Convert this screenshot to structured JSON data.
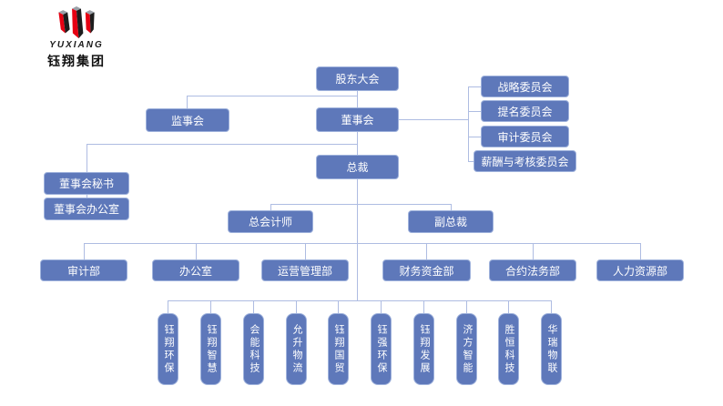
{
  "brand": {
    "logo_text": "YUXIANG",
    "company_name": "钰翔集团"
  },
  "nodes": {
    "shareholders_meeting": "股东大会",
    "supervisory_board": "监事会",
    "board_of_directors": "董事会",
    "board_secretary": "董事会秘书",
    "board_office": "董事会办公室",
    "president": "总裁",
    "chief_accountant": "总会计师",
    "vice_president": "副总裁"
  },
  "committees": [
    "战略委员会",
    "提名委员会",
    "审计委员会",
    "薪酬与考核委员会"
  ],
  "departments": [
    "审计部",
    "办公室",
    "运营管理部",
    "财务资金部",
    "合约法务部",
    "人力资源部"
  ],
  "subsidiaries": [
    "钰翔环保",
    "钰翔智慧",
    "会能科技",
    "允升物流",
    "钰翔国贸",
    "钰强环保",
    "钰翔发展",
    "济方智能",
    "胜恒科技",
    "华瑞物联"
  ],
  "colors": {
    "node_fill": "#5e78ba",
    "node_border": "#9fb2dc",
    "node_text": "#ffffff",
    "connector": "#aebce2",
    "logo_red": "#e60012",
    "logo_black": "#1d1d1d",
    "logo_gray": "#9aa0a8"
  }
}
